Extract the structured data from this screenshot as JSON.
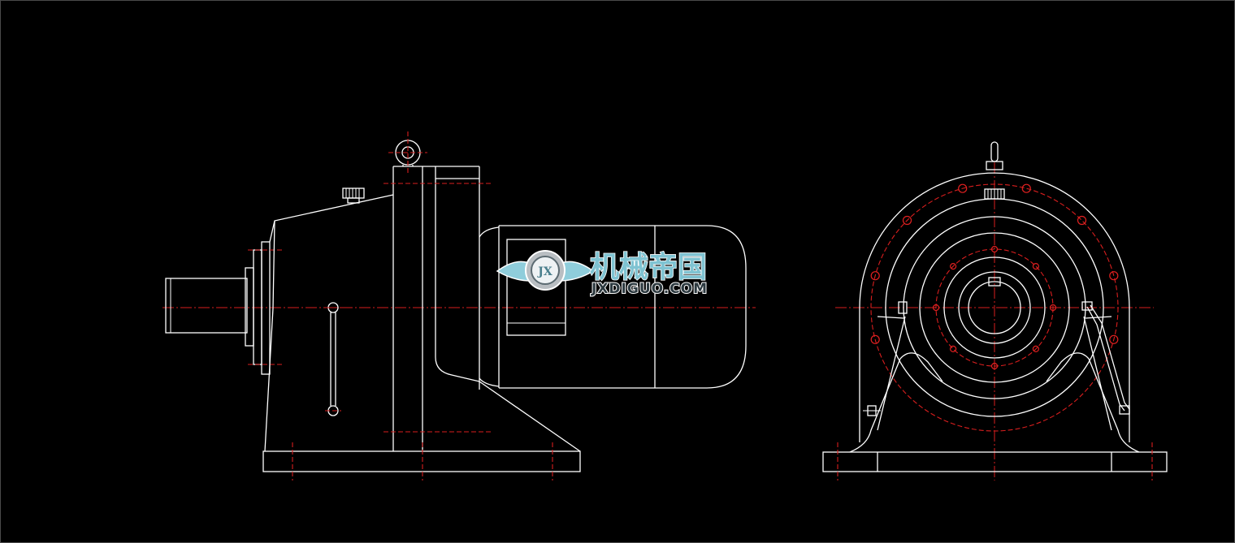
{
  "drawing": {
    "background": "#000000",
    "line_color": "#ffffff",
    "centerline_color": "#d81e1e",
    "views": [
      "side-view",
      "end-view"
    ]
  },
  "watermark": {
    "cn_text": "机械帝国",
    "en_text": "JXDIGUO.COM",
    "badge_text": "JX",
    "text_color": "#7fc3d2",
    "outline_color": "#ffffff"
  }
}
